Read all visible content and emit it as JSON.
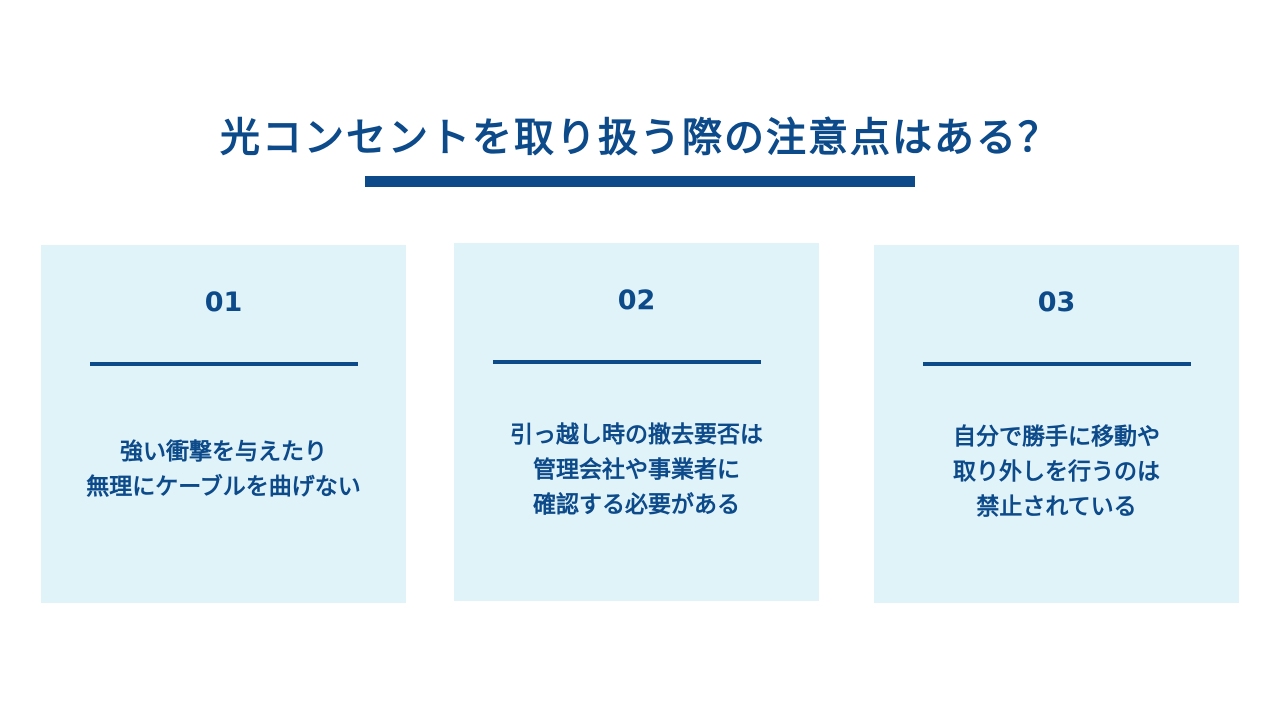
{
  "title": "光コンセントを取り扱う際の注意点はある？",
  "cards": [
    {
      "number": "01",
      "lines": [
        "強い衝撃を与えたり",
        "無理にケーブルを曲げない"
      ]
    },
    {
      "number": "02",
      "lines": [
        "引っ越し時の撤去要否は",
        "管理会社や事業者に",
        "確認する必要がある"
      ]
    },
    {
      "number": "03",
      "lines": [
        "自分で勝手に移動や",
        "取り外しを行うのは",
        "禁止されている"
      ]
    }
  ],
  "colors": {
    "primary": "#0d4a8a",
    "card_bg": "#e0f3f9"
  }
}
